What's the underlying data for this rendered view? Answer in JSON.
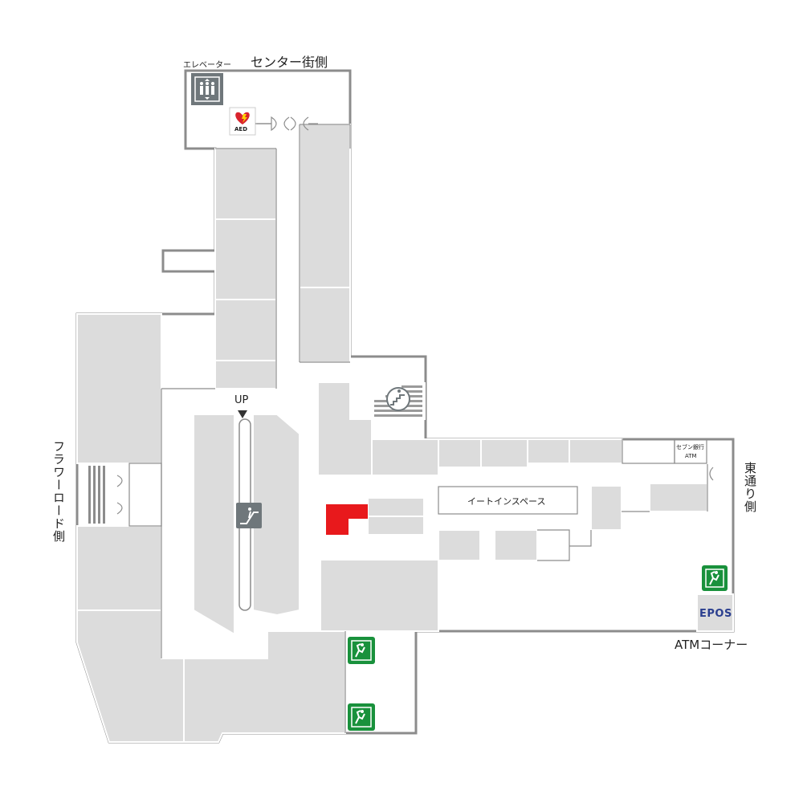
{
  "labels": {
    "center_street": "センター街側",
    "elevator": "エレベーター",
    "flower_road": "フラワーロード側",
    "east_street": "東通り側",
    "atm_corner": "ATMコーナー",
    "eat_in_space": "イートインスペース",
    "up": "UP",
    "seven_bank": "セブン銀行",
    "seven_bank_atm": "ATM",
    "aed": "AED",
    "epos": "EPOS"
  },
  "colors": {
    "background": "#ffffff",
    "wall": "#8c8c8c",
    "shop": "#dcdcdc",
    "shop_border": "#ffffff",
    "current_location": "#e8191c",
    "emergency_exit": "#19913c",
    "facility_icon": "#6f777b",
    "aed_heart": "#d9232d",
    "epos_red": "#e2231a",
    "epos_blue": "#2b3f8f"
  },
  "icons": {
    "elevator": "elevator-icon",
    "aed": "aed-icon",
    "escalator": "escalator-icon",
    "stairs": "stairs-icon",
    "exit": "emergency-exit-icon",
    "current": "current-location-marker"
  }
}
